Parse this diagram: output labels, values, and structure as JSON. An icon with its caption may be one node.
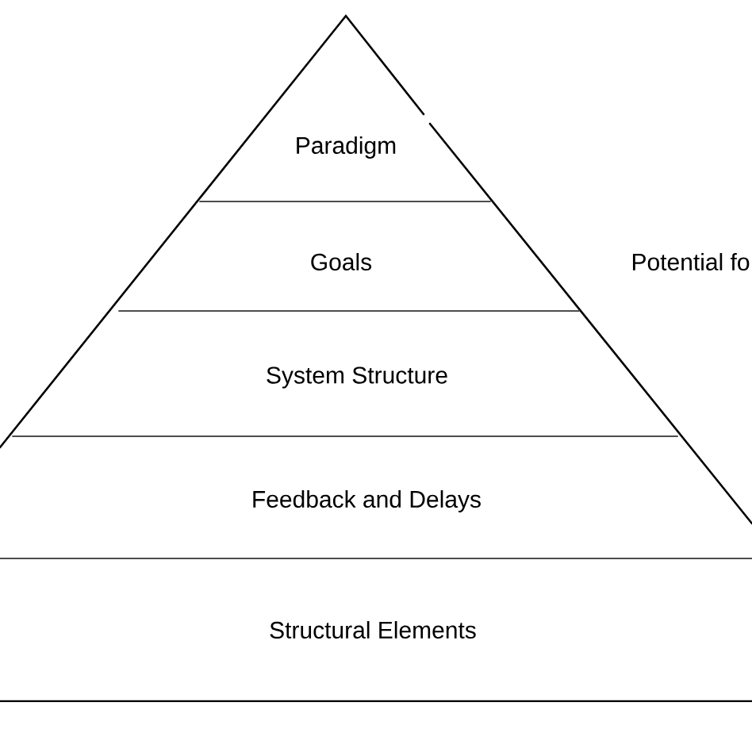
{
  "diagram": {
    "nodes": [
      {
        "text": [
          "Paradigm"
        ]
      },
      {
        "text": [
          "Goals"
        ]
      },
      {
        "text": [
          "System Structure"
        ]
      },
      {
        "text": [
          "Feedback and Delays"
        ]
      },
      {
        "text": [
          "Structural Elements"
        ]
      }
    ],
    "labels": [
      "Potential fo"
    ]
  }
}
